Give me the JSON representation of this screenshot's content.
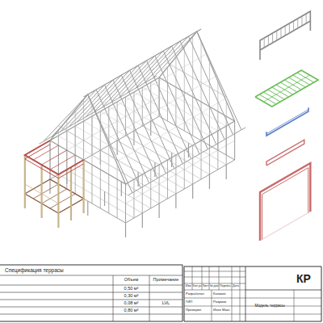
{
  "diagram": {
    "labels": [
      "Спецификация террасы",
      "Объем",
      "Примечание",
      "0,50 м³",
      "0,30 м³",
      "0,08 м³",
      "LVL",
      "0,80 м³",
      "КР",
      "Изм",
      "Кол.уч",
      "Лист",
      "№ док",
      "Подпись",
      "Дата",
      "Разработал",
      "Казаков",
      "ГИП",
      "Разумов",
      "Проверил",
      "Ияев Макс",
      "Модель террасы"
    ]
  }
}
